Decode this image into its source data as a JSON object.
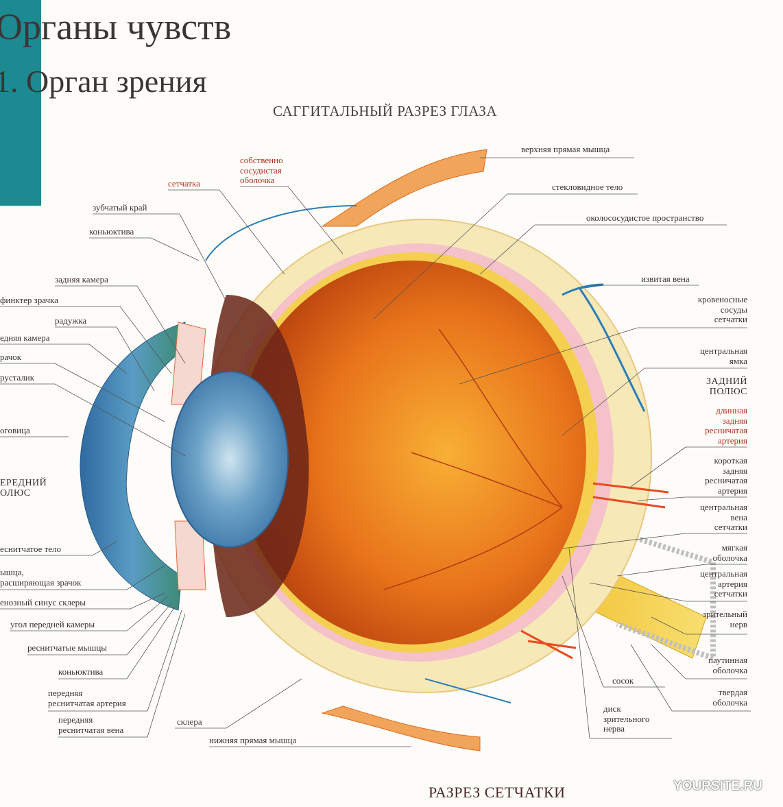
{
  "header": {
    "title": "Органы чувств",
    "subtitle": "1. Орган зрения",
    "figure_title": "САГГИТАЛЬНЫЙ РАЗРЕЗ ГЛАЗА",
    "bottom_caption": "РАЗРЕЗ СЕТЧАТКИ"
  },
  "watermark": "YOURSITE.RU",
  "labels": {
    "superior_rectus": "верхняя прямая мышца",
    "vitreous": "стекловидное тело",
    "perichoroidal": "околососудистое пространство",
    "vortex_vein": "извитая вена",
    "retinal_vessels": "кровеносные\nсосуды\nсетчатки",
    "fovea": "центральная\nямка",
    "posterior_pole": "ЗАДНИЙ\nПОЛЮС",
    "long_ciliary": "длинная\nзадняя\nресничатая\nартерия",
    "short_ciliary": "короткая\nзадняя\nресничатая\nартерия",
    "central_vein": "центральная\nвена\nсетчатки",
    "pia": "мягкая\nоболочка",
    "central_artery": "центральная\nартерия\nсетчатки",
    "optic_nerve": "зрительный\nнерв",
    "arachnoid": "паутинная\nоболочка",
    "dura": "твердая\nоболочка",
    "papilla": "сосок",
    "optic_disc": "диск\nзрительного\nнерва",
    "sclera": "склера",
    "inferior_rectus": "нижняя прямая мышца",
    "choroid": "собственно\nсосудистая\nоболочка",
    "retina": "сетчатка",
    "ora_serrata": "зубчатый край",
    "conjunctiva_top": "коньюктива",
    "posterior_chamber": "задняя камера",
    "sphincter": "финктер зрачка",
    "iris": "радужка",
    "anterior_chamber": "едняя камера",
    "pupil": "рачок",
    "lens": "русталик",
    "cornea": "оговица",
    "anterior_pole": "ЕРЕДНИЙ\nОЛЮС",
    "ciliary_body": "еснитчатое тело",
    "dilator": "ышца,\nрасширяющая зрачок",
    "venous_sinus": "енозный синус склеры",
    "angle": "угол передней камеры",
    "ciliary_muscles": "реснитчатые мышцы",
    "conjunctiva_bottom": "коньюктива",
    "ant_ciliary_artery": "передняя\nреснитчатая артерия",
    "ant_ciliary_vein": "передняя\nреснитчатая вена"
  },
  "colors": {
    "teal": "#1d8a92",
    "orange": "#e86a12",
    "sclera": "#f7e8b8",
    "cornea": "#3f7fb0",
    "lens": "#7fb0d0"
  }
}
